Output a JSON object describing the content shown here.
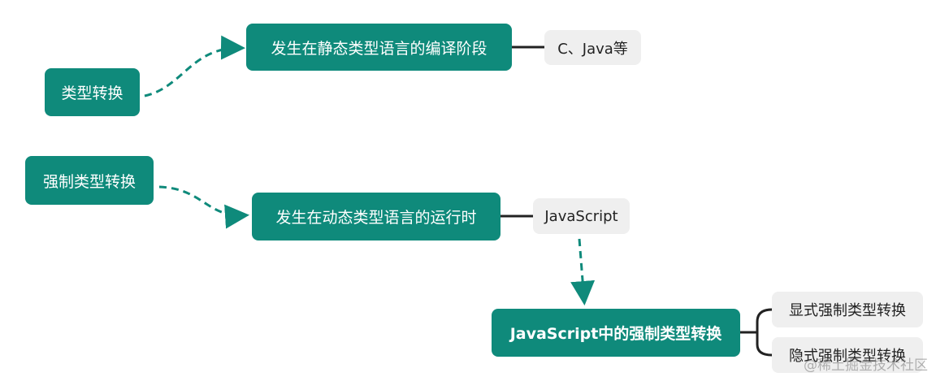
{
  "colors": {
    "teal": "#0f8a7b",
    "gray_node": "#efefef",
    "line": "#222222"
  },
  "nodes": {
    "type_conversion": "类型转换",
    "static_compile": "发生在静态类型语言的编译阶段",
    "c_java": "C、Java等",
    "forced_conversion": "强制类型转换",
    "dynamic_runtime": "发生在动态类型语言的运行时",
    "javascript": "JavaScript",
    "js_forced": "JavaScript中的强制类型转换",
    "explicit": "显式强制类型转换",
    "implicit": "隐式强制类型转换"
  },
  "watermark": "@稀土掘金技术社区"
}
